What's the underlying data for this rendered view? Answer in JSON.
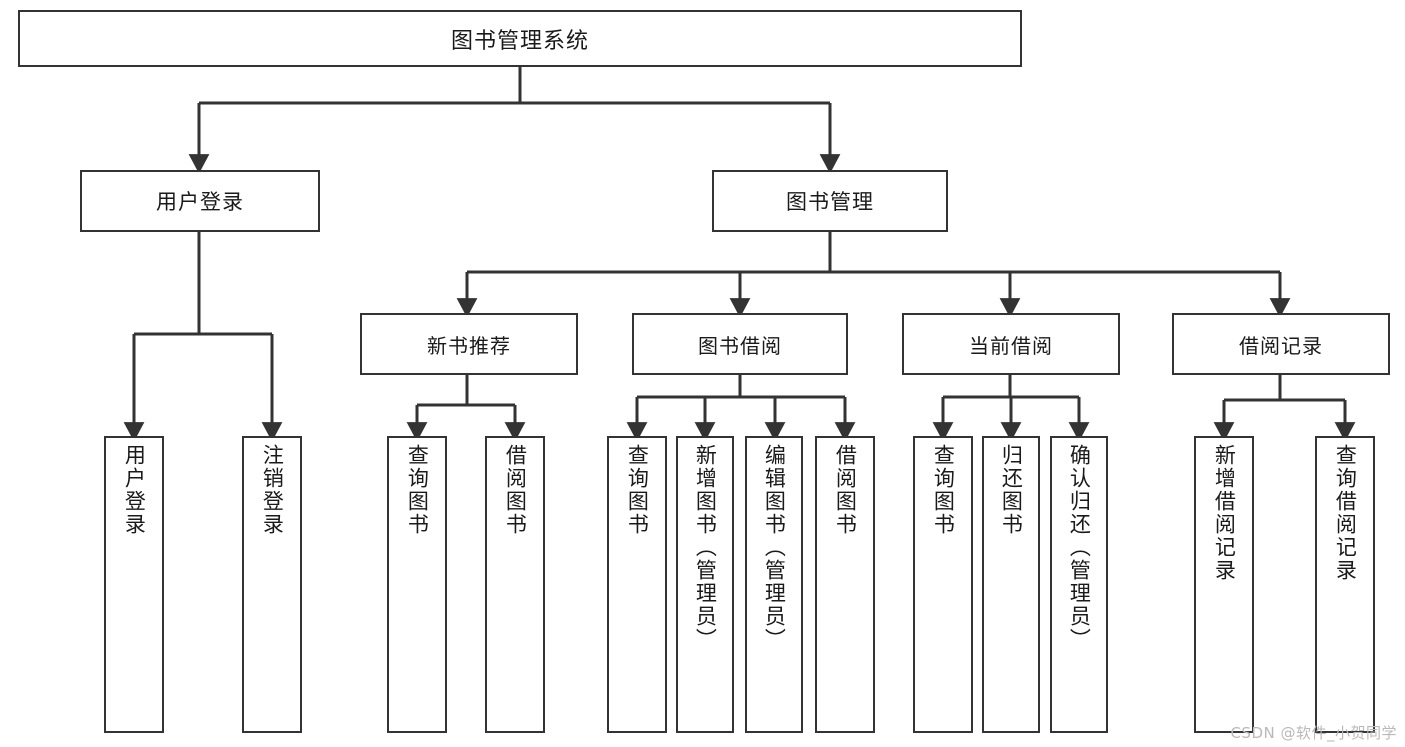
{
  "diagram": {
    "type": "tree-hierarchy",
    "title": "图书管理系统",
    "root": {
      "label": "图书管理系统"
    },
    "level2": [
      {
        "id": "user-login",
        "label": "用户登录"
      },
      {
        "id": "book-manage",
        "label": "图书管理"
      }
    ],
    "level3": [
      {
        "id": "new-book-rec",
        "label": "新书推荐"
      },
      {
        "id": "book-borrow",
        "label": "图书借阅"
      },
      {
        "id": "current-borrow",
        "label": "当前借阅"
      },
      {
        "id": "borrow-record",
        "label": "借阅记录"
      }
    ],
    "leaves": {
      "user_login": [
        {
          "id": "leaf-user-login",
          "label": "用户登录"
        },
        {
          "id": "leaf-logout-login",
          "label": "注销登录"
        }
      ],
      "new_book_rec": [
        {
          "id": "leaf-query-book-1",
          "label": "查询图书"
        },
        {
          "id": "leaf-borrow-book-1",
          "label": "借阅图书"
        }
      ],
      "book_borrow": [
        {
          "id": "leaf-query-book-2",
          "label": "查询图书"
        },
        {
          "id": "leaf-add-book",
          "label": "新增图书（管理员）"
        },
        {
          "id": "leaf-edit-book",
          "label": "编辑图书（管理员）"
        },
        {
          "id": "leaf-borrow-book-2",
          "label": "借阅图书"
        }
      ],
      "current_borrow": [
        {
          "id": "leaf-query-book-3",
          "label": "查询图书"
        },
        {
          "id": "leaf-return-book",
          "label": "归还图书"
        },
        {
          "id": "leaf-confirm-return",
          "label": "确认归还（管理员）"
        }
      ],
      "borrow_record": [
        {
          "id": "leaf-add-record",
          "label": "新增借阅记录"
        },
        {
          "id": "leaf-query-record",
          "label": "查询借阅记录"
        }
      ]
    },
    "colors": {
      "stroke": "#333333",
      "fill": "#ffffff",
      "text": "#1a1a1a",
      "watermark": "#b9b9b9"
    }
  },
  "watermark": {
    "text": "CSDN @软件_小贺同学"
  }
}
